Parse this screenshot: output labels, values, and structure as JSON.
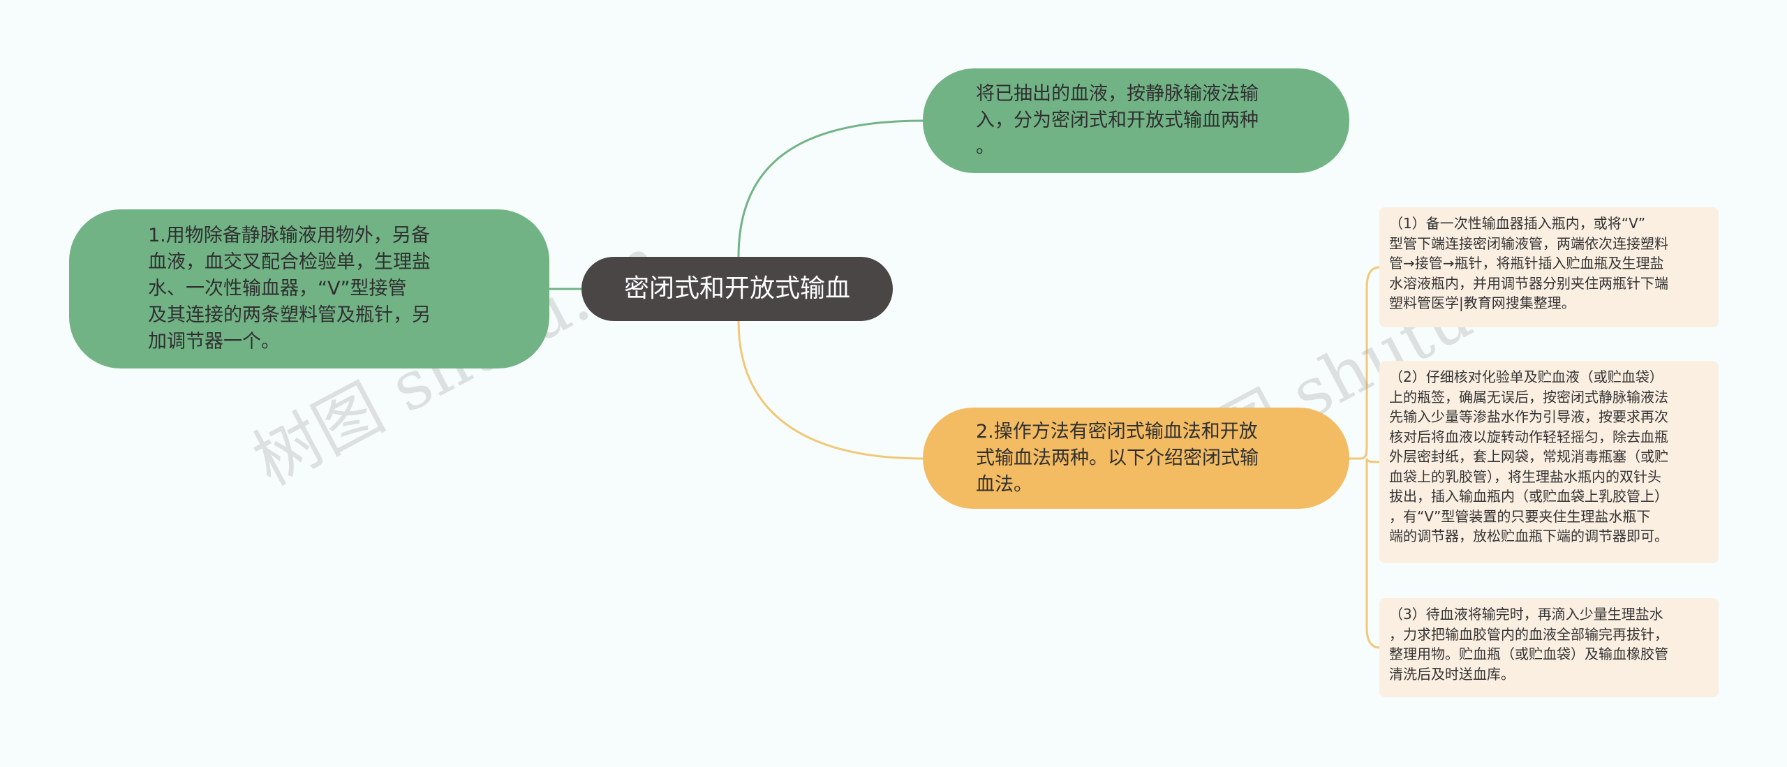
{
  "mindmap": {
    "root": "密闭式和开放式输血",
    "left": {
      "text": "1.用物除备静脉输液用物外，另备\n血液，血交叉配合检验单，生理盐\n水、一次性输血器，“V”型接管\n及其连接的两条塑料管及瓶针，另\n加调节器一个。"
    },
    "right_top": {
      "text": "将已抽出的血液，按静脉输液法输\n入，分为密闭式和开放式输血两种\n。"
    },
    "right_bottom": {
      "text": "2.操作方法有密闭式输血法和开放\n式输血法两种。以下介绍密闭式输\n血法。",
      "children": [
        "（1）备一次性输血器插入瓶内，或将“V”\n型管下端连接密闭输液管，两端依次连接塑料\n管→接管→瓶针，将瓶针插入贮血瓶及生理盐\n水溶液瓶内，并用调节器分别夹住两瓶针下端\n塑料管医学|教育网搜集整理。",
        "（2）仔细核对化验单及贮血液（或贮血袋）\n上的瓶签，确属无误后，按密闭式静脉输液法\n先输入少量等渗盐水作为引导液，按要求再次\n核对后将血液以旋转动作轻轻摇匀，除去血瓶\n外层密封纸，套上网袋，常规消毒瓶塞（或贮\n血袋上的乳胶管），将生理盐水瓶内的双针头\n拔出，插入输血瓶内（或贮血袋上乳胶管上）\n，有“V”型管装置的只要夹住生理盐水瓶下\n端的调节器，放松贮血瓶下端的调节器即可。",
        "（3）待血液将输完时，再滴入少量生理盐水\n，力求把输血胶管内的血液全部输完再拔针，\n整理用物。贮血瓶（或贮血袋）及输血橡胶管\n清洗后及时送血库。"
      ]
    }
  },
  "watermark": "树图 shutu.cn",
  "colors": {
    "background": "#f7fdfd",
    "root": "#4a4646",
    "green": "#72b386",
    "orange": "#f3bc63",
    "card": "#fbefe2",
    "line_green": "#72b386",
    "line_orange": "#f0c877"
  }
}
